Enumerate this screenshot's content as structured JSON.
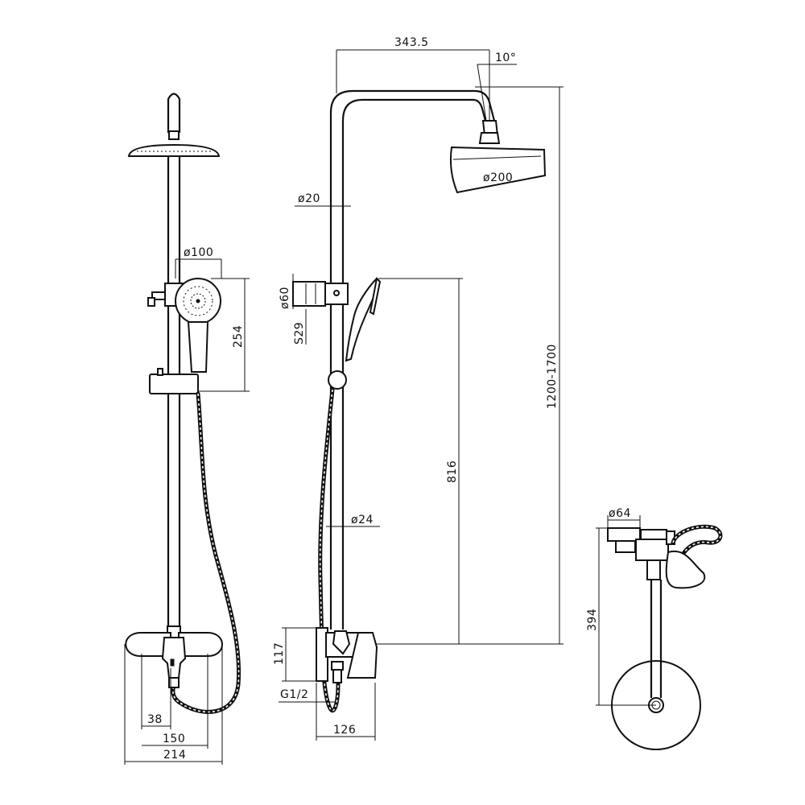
{
  "views": {
    "front": {
      "dims": {
        "handshower_diameter": "ø100",
        "slider_to_handshower": "254",
        "inlet_offset": "38",
        "inlet_spacing": "150",
        "mixer_width": "214"
      }
    },
    "side": {
      "dims": {
        "arm_reach": "343.5",
        "head_tilt": "10°",
        "head_diameter": "ø200",
        "upper_tube_diameter": "ø20",
        "holder_diameter": "ø60",
        "holder_thread": "S29",
        "lower_tube_diameter": "ø24",
        "total_height_range": "1200-1700",
        "mixer_to_holder": "816",
        "mixer_height": "117",
        "inlet_thread": "G1/2",
        "mixer_depth": "126"
      }
    },
    "top": {
      "dims": {
        "flange_diameter": "ø64",
        "riser_length": "394"
      }
    }
  }
}
